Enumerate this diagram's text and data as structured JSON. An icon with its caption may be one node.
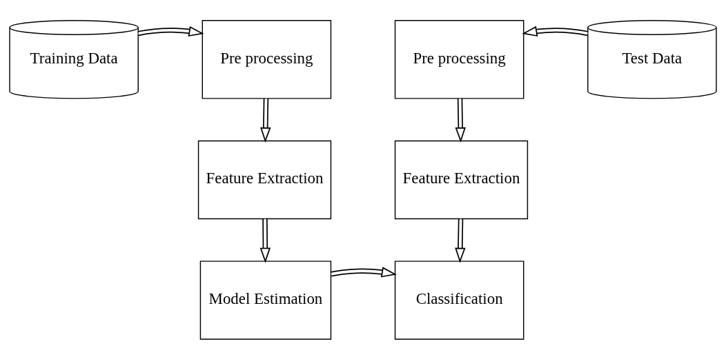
{
  "diagram": {
    "nodes": [
      {
        "text": [
          "Training Data"
        ]
      },
      {
        "text": [
          "Pre processing"
        ]
      },
      {
        "text": [
          "Feature Extraction"
        ]
      },
      {
        "text": [
          "Model Estimation"
        ]
      },
      {
        "text": [
          "Pre processing"
        ]
      },
      {
        "text": [
          "Test Data"
        ]
      },
      {
        "text": [
          "Feature Extraction"
        ]
      },
      {
        "text": [
          "Classification"
        ]
      }
    ],
    "edges": [
      {
        "from": 0,
        "to": 1,
        "arrow": "to"
      },
      {
        "from": 1,
        "to": 2,
        "arrow": "to"
      },
      {
        "from": 2,
        "to": 3,
        "arrow": "to"
      },
      {
        "from": 5,
        "to": 4,
        "arrow": "to"
      },
      {
        "from": 4,
        "to": 6,
        "arrow": "to"
      },
      {
        "from": 6,
        "to": 7,
        "arrow": "to"
      },
      {
        "from": 3,
        "to": 7,
        "arrow": "to"
      }
    ]
  }
}
